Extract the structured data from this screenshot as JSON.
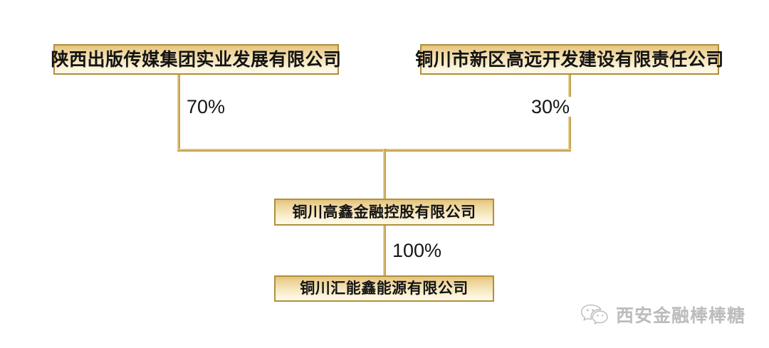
{
  "diagram": {
    "type": "ownership-structure-chart",
    "title": "",
    "nodes": [
      {
        "id": "parent-a",
        "label": "陕西出版传媒集团实业发展有限公司",
        "role": "shareholder"
      },
      {
        "id": "parent-b",
        "label": "铜川市新区高远开发建设有限责任公司",
        "role": "shareholder"
      },
      {
        "id": "holding",
        "label": "铜川高鑫金融控股有限公司",
        "role": "holding-company"
      },
      {
        "id": "subsidiary",
        "label": "铜川汇能鑫能源有限公司",
        "role": "subsidiary"
      }
    ],
    "edges": [
      {
        "from": "parent-a",
        "to": "holding",
        "label": "70%"
      },
      {
        "from": "parent-b",
        "to": "holding",
        "label": "30%"
      },
      {
        "from": "holding",
        "to": "subsidiary",
        "label": "100%"
      }
    ],
    "colors": {
      "box_border": "#b08f3e",
      "box_fill_top": "#e4c379",
      "box_fill_bottom": "#fdf8e8",
      "connector": "#d3b261",
      "text": "#141414",
      "watermark": "#8d8d8d"
    }
  },
  "watermark": {
    "icon": "wechat-icon",
    "text": "西安金融棒棒糖"
  }
}
